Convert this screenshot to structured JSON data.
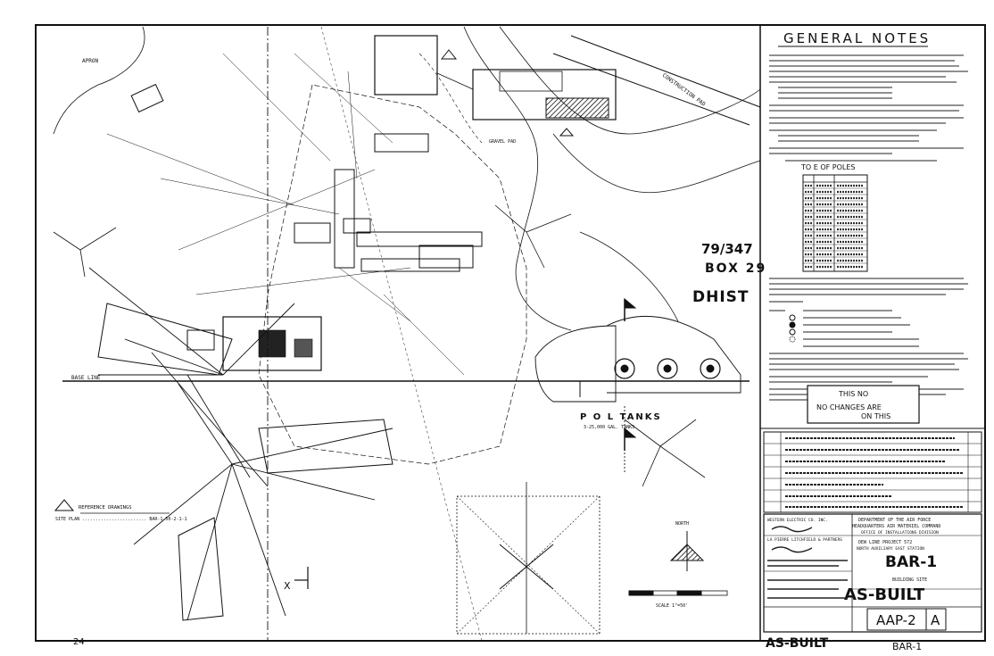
{
  "sheet": {
    "notes_title": "GENERAL NOTES",
    "pole_table_title": "TO E OF POLES",
    "hand_note_1": "79/347",
    "hand_note_2": "BOX 29",
    "stamp": "DHIST",
    "stamp_box": [
      "THIS NO",
      "NO CHANGES ARE",
      "ON THIS"
    ],
    "map_labels": {
      "apron": "APRON",
      "construction_pad": "CONSTRUCTION PAD",
      "pol_tanks": "P O L  TANKS",
      "pol_tanks_sub": "3-25,000 GAL. TANKS",
      "base_line": "BASE LINE",
      "gravel_pad": "GRAVEL PAD",
      "x_marker": "X",
      "north": "NORTH",
      "scale": "SCALE 1\"=50'",
      "reference_drawings": "REFERENCE DRAWINGS",
      "site_plan": "SITE PLAN ........................ BAR-1-50-2-1-1"
    },
    "title_block": {
      "org": "DEPARTMENT OF THE AIR FORCE",
      "hq": "HEADQUARTERS AIR MATERIEL COMMAND",
      "office": "OFFICE OF INSTALLATIONS DIVISION",
      "project": "DEW LINE   PROJECT 572",
      "station": "NORTH AUXILIARY EAST STATION",
      "drawing_id": "BAR-1",
      "sheet_title": "BUILDING SITE",
      "as_built": "AS-BUILT",
      "drawing_no": "AAP-2",
      "rev": "A",
      "contractor_1": "WESTERN ELECTRIC CO. INC.",
      "contractor_2": "LA PIERRE LITCHFIELD & PARTNERS",
      "bottom_as_built": "AS-BUILT",
      "bottom_id": "BAR-1"
    },
    "page_number": "24"
  }
}
